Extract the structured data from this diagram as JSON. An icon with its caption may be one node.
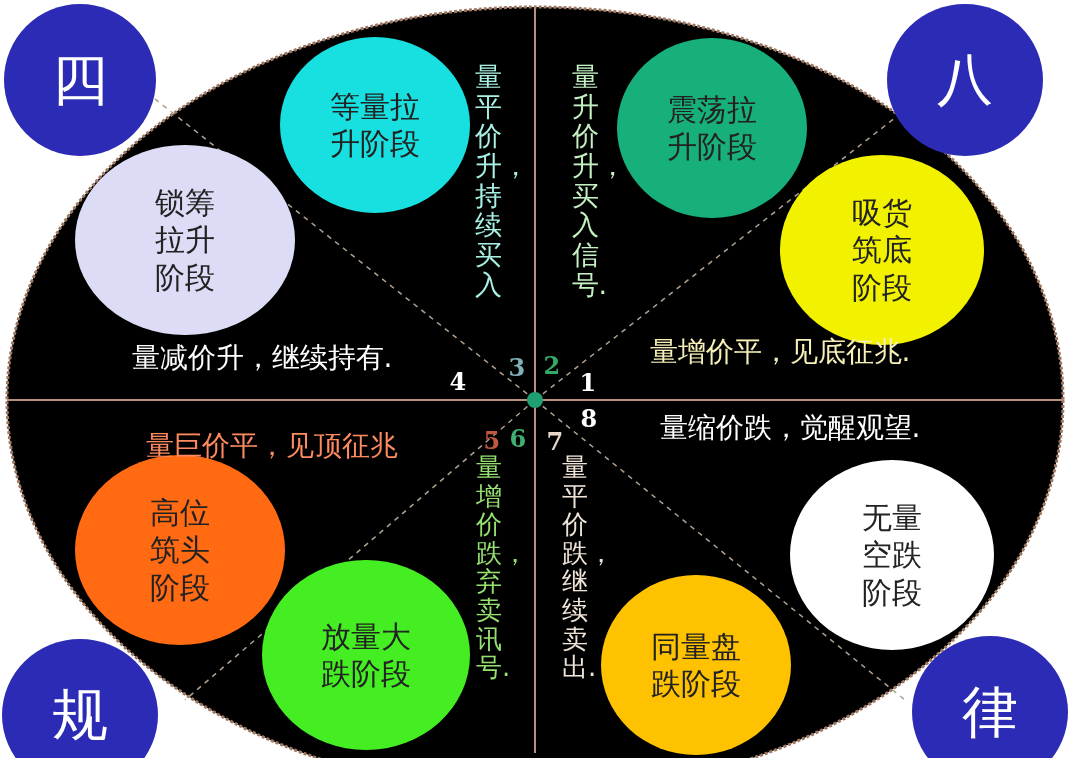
{
  "diagram": {
    "nodes": [
      {
        "text": [
          "四"
        ]
      },
      {
        "text": [
          "八"
        ]
      },
      {
        "text": [
          "等量拉升阶段"
        ]
      },
      {
        "text": [
          "震荡拉升阶段"
        ]
      },
      {
        "text": [
          "锁筹拉升阶段"
        ]
      },
      {
        "text": [
          "吸货筑底阶段"
        ]
      },
      {
        "text": [
          "高位筑头阶段"
        ]
      },
      {
        "text": [
          "无量空跌阶段"
        ]
      },
      {
        "text": [
          "放量大跌阶段"
        ]
      },
      {
        "text": [
          "同量盘跌阶段"
        ]
      },
      {
        "text": [
          "规"
        ]
      },
      {
        "text": [
          "律"
        ]
      }
    ],
    "labels": [
      "量平价升，持续买入",
      "量升价升，买入信号.",
      "量减价升，继续持有.",
      "量增价平，见底征兆.",
      "4",
      "3",
      "2",
      "1",
      "5",
      "6",
      "7",
      "8",
      "量巨价平，见顶征兆",
      "量缩价跌，觉醒观望.",
      "量增价跌，弃卖讯号.",
      "量平价跌，继续卖出."
    ]
  }
}
